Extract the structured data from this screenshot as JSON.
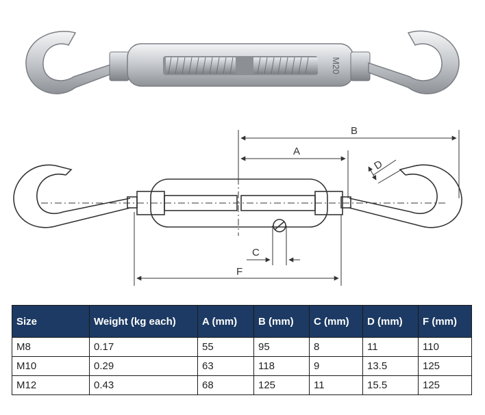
{
  "photo": {
    "body_marking": "M20"
  },
  "drawing": {
    "dimension_labels": {
      "A": "A",
      "B": "B",
      "C": "C",
      "D": "D",
      "F": "F"
    }
  },
  "table": {
    "headers": [
      "Size",
      "Weight (kg each)",
      "A (mm)",
      "B (mm)",
      "C (mm)",
      "D (mm)",
      "F (mm)"
    ],
    "rows": [
      [
        "M8",
        "0.17",
        "55",
        "95",
        "8",
        "11",
        "110"
      ],
      [
        "M10",
        "0.29",
        "63",
        "118",
        "9",
        "13.5",
        "125"
      ],
      [
        "M12",
        "0.43",
        "68",
        "125",
        "11",
        "15.5",
        "125"
      ]
    ]
  },
  "colors": {
    "header_bg": "#1c3a63",
    "header_text": "#ffffff",
    "line": "#333333"
  }
}
